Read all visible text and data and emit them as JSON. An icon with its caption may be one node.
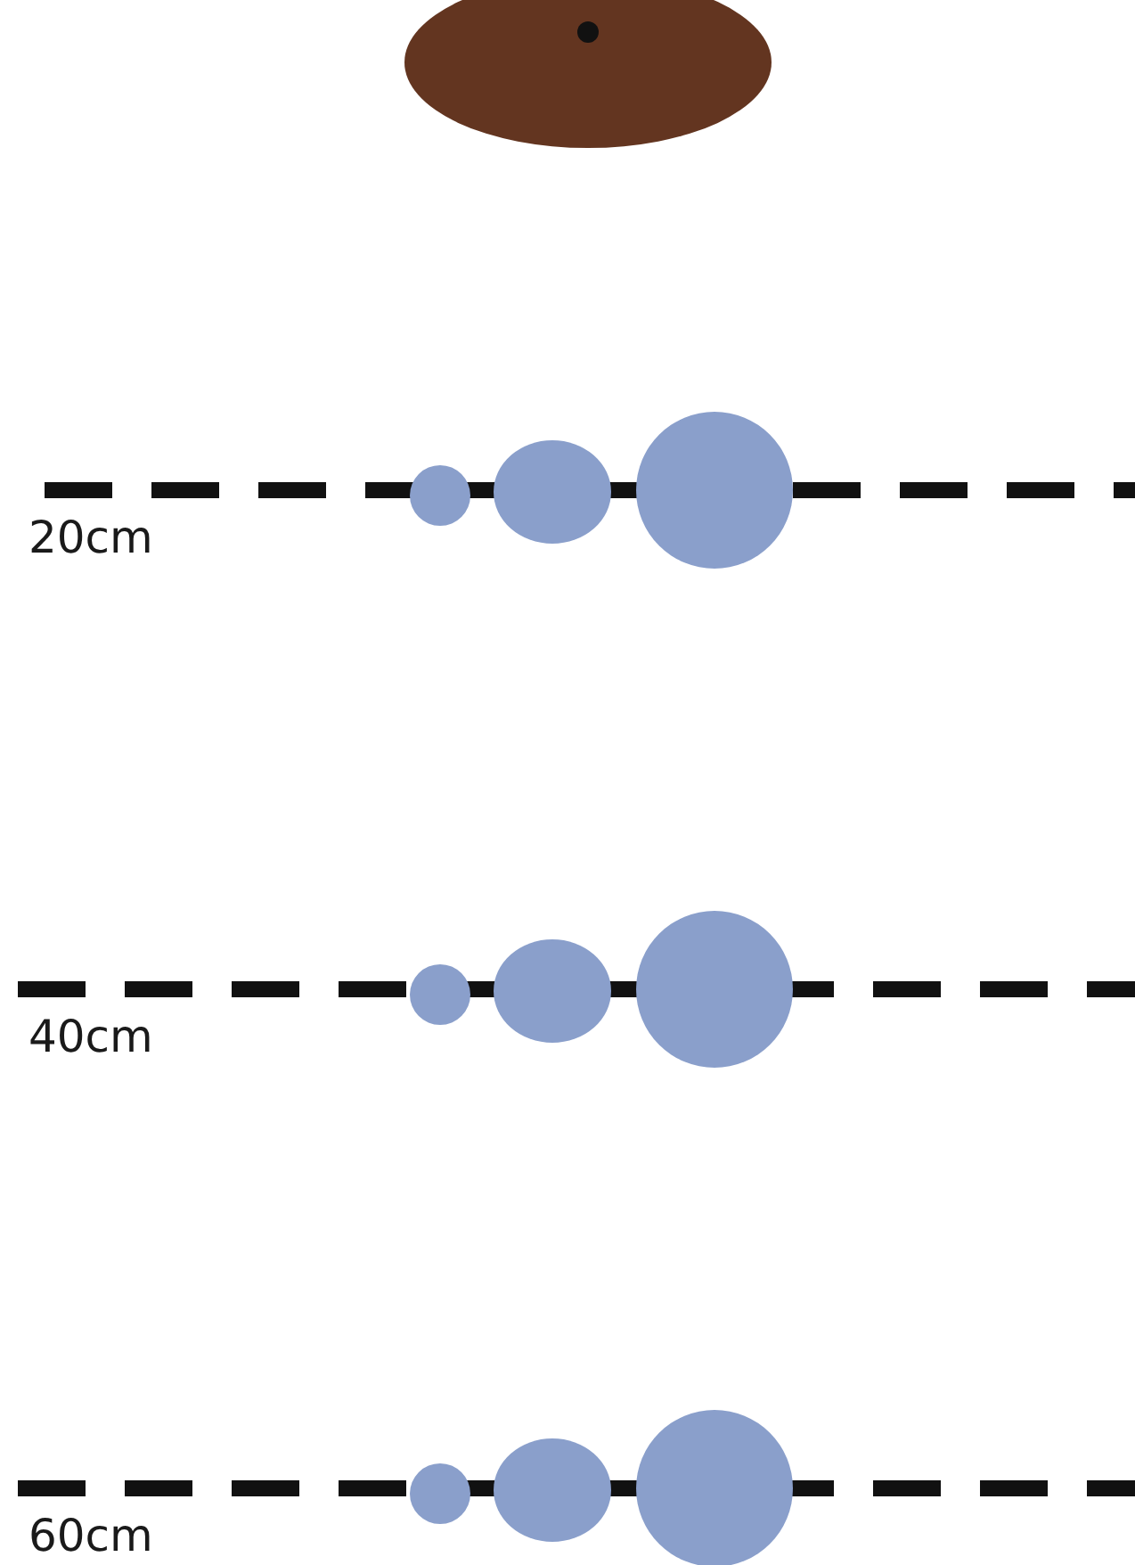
{
  "diagram": {
    "labels": [
      "20cm",
      "40cm",
      "60cm"
    ]
  }
}
